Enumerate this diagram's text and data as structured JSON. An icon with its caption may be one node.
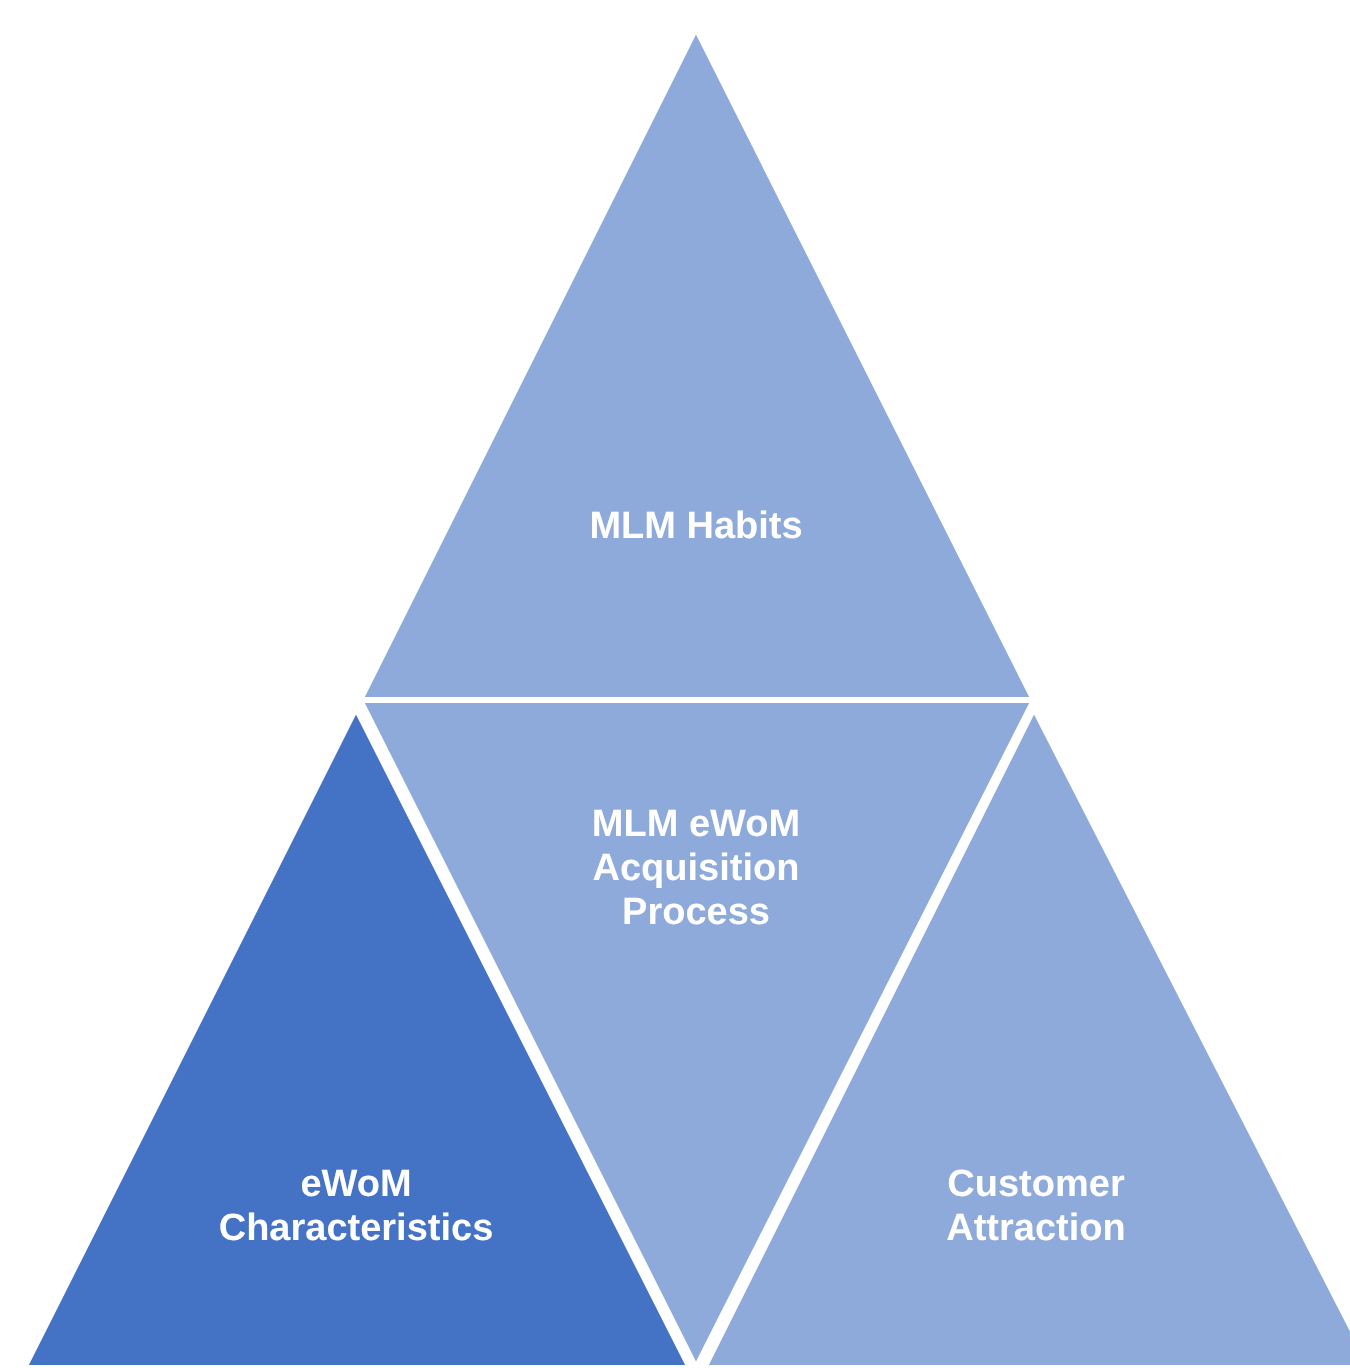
{
  "diagram": {
    "nodes": [
      {
        "text": [
          "MLM Habits"
        ]
      },
      {
        "text": [
          "MLM eWoM Acquisition Process"
        ]
      },
      {
        "text": [
          "eWoM Characteristics"
        ]
      },
      {
        "text": [
          "Customer Attraction"
        ]
      }
    ],
    "edges": []
  }
}
